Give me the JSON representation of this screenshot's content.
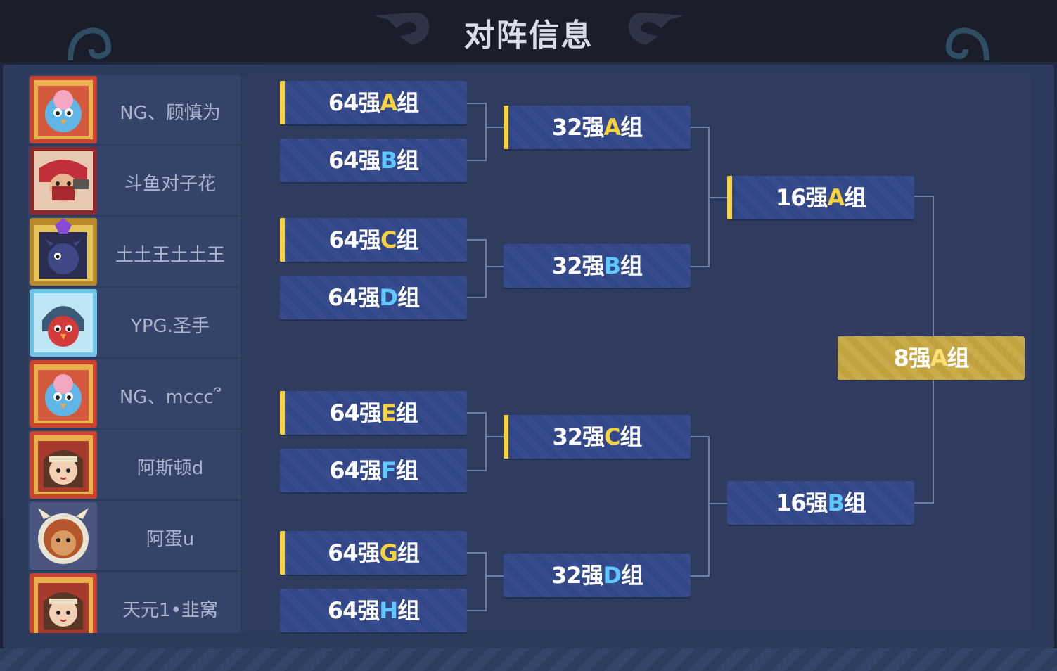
{
  "header": {
    "title": "对阵信息"
  },
  "players": [
    {
      "name": "NG、顾慎为",
      "avatar_icon": "blue-bird-avatar"
    },
    {
      "name": "斗鱼对子花",
      "avatar_icon": "red-hood-warrior-avatar"
    },
    {
      "name": "土土王土土王",
      "avatar_icon": "dark-beast-avatar"
    },
    {
      "name": "YPG.圣手",
      "avatar_icon": "red-bird-avatar"
    },
    {
      "name": "NG、mccc՞",
      "avatar_icon": "blue-bird-avatar"
    },
    {
      "name": "阿斯顿d",
      "avatar_icon": "girl-warrior-avatar"
    },
    {
      "name": "阿蛋u",
      "avatar_icon": "lion-warrior-avatar"
    },
    {
      "name": "天元1•韭窝",
      "avatar_icon": "girl-warrior-avatar"
    }
  ],
  "bracket": {
    "r64": [
      {
        "prefix": "64强",
        "letter": "A",
        "suffix": "组",
        "highlight": true
      },
      {
        "prefix": "64强",
        "letter": "B",
        "suffix": "组",
        "highlight": false
      },
      {
        "prefix": "64强",
        "letter": "C",
        "suffix": "组",
        "highlight": true
      },
      {
        "prefix": "64强",
        "letter": "D",
        "suffix": "组",
        "highlight": false
      },
      {
        "prefix": "64强",
        "letter": "E",
        "suffix": "组",
        "highlight": true
      },
      {
        "prefix": "64强",
        "letter": "F",
        "suffix": "组",
        "highlight": false
      },
      {
        "prefix": "64强",
        "letter": "G",
        "suffix": "组",
        "highlight": true
      },
      {
        "prefix": "64强",
        "letter": "H",
        "suffix": "组",
        "highlight": false
      }
    ],
    "r32": [
      {
        "prefix": "32强",
        "letter": "A",
        "suffix": "组",
        "highlight": true
      },
      {
        "prefix": "32强",
        "letter": "B",
        "suffix": "组",
        "highlight": false
      },
      {
        "prefix": "32强",
        "letter": "C",
        "suffix": "组",
        "highlight": true
      },
      {
        "prefix": "32强",
        "letter": "D",
        "suffix": "组",
        "highlight": false
      }
    ],
    "r16": [
      {
        "prefix": "16强",
        "letter": "A",
        "suffix": "组",
        "highlight": true
      },
      {
        "prefix": "16强",
        "letter": "B",
        "suffix": "组",
        "highlight": false
      }
    ],
    "r8": [
      {
        "prefix": "8强",
        "letter": "A",
        "suffix": "组",
        "highlight": false
      }
    ]
  },
  "colors": {
    "accent_yellow": "#f5d23e",
    "letter_blue": "#5ec8ff",
    "match_box": "#33488a",
    "final_box": "#c7a740"
  }
}
